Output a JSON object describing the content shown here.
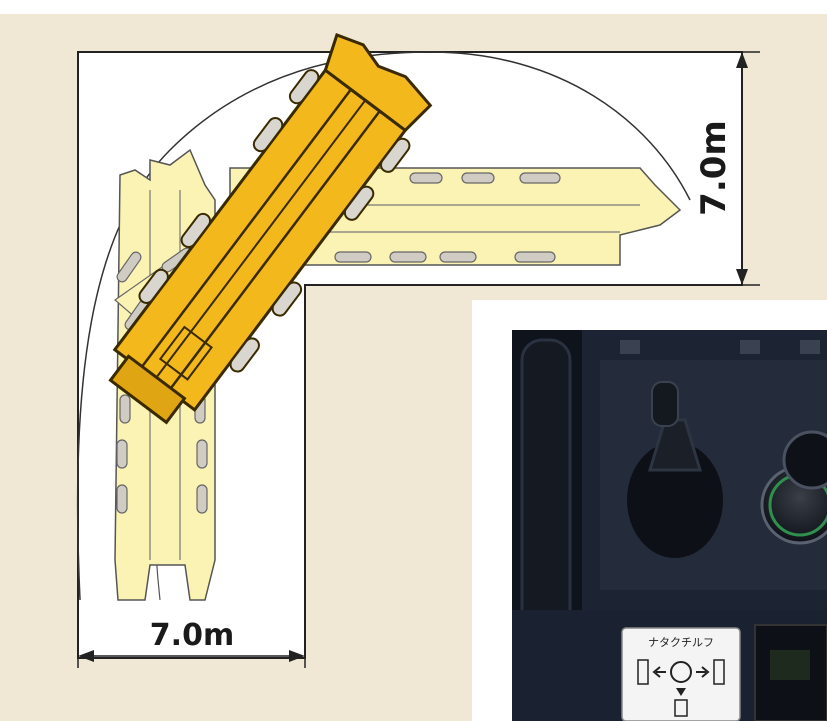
{
  "dimensions": {
    "height_label": "7.0m",
    "width_label": "7.0m"
  },
  "inset_panel": {
    "icon_caption": "ナタクチルフ"
  },
  "colors": {
    "background": "#f0e8d4",
    "corridor": "#ffffff",
    "ghost_vehicle": "#fbf3b4",
    "vehicle_body": "#f2b81c",
    "vehicle_outline": "#3a2a00",
    "panel_dark": "#1c2433"
  }
}
